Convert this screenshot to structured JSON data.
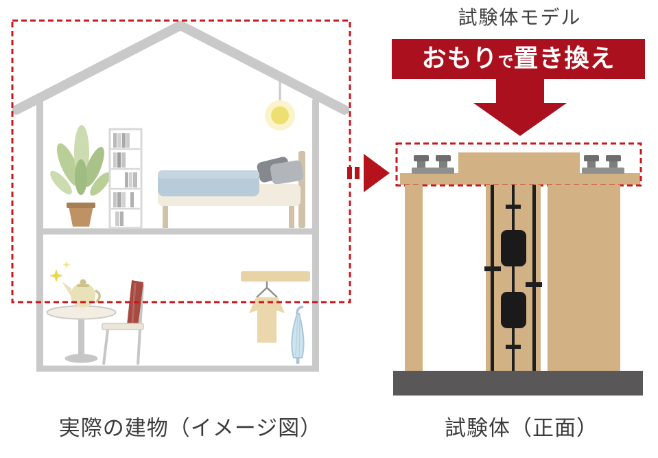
{
  "right_panel": {
    "title": "試験体モデル",
    "banner": {
      "big_start": "おもり",
      "small_mid": "で",
      "big_end": "置き換え"
    }
  },
  "captions": {
    "left": "実際の建物（イメージ図）",
    "right": "試験体（正面）"
  },
  "colors": {
    "banner_red": "#AB101E",
    "arrow_red": "#B5121B",
    "dashed_red": "#C8161D",
    "wood_tan": "#D2B184",
    "base_dark_gray": "#595757",
    "house_frame_gray": "#C9C9C9",
    "weight_gray": "#8F8F8F",
    "damper_black": "#1A1A1A",
    "text_dark": "#3F3F3F"
  },
  "illustrations": {
    "left_scene": [
      "dashed-region-outline",
      "house-outline",
      "pendant-light-icon",
      "plant-icon",
      "bookshelf-icon",
      "bed-icon",
      "teapot-icon",
      "round-table-icon",
      "chair-icon",
      "coat-rack-icon",
      "umbrella-icon",
      "sparkle-icon"
    ],
    "middle": [
      "equals-arrow-icon"
    ],
    "right_scene": [
      "down-arrow-icon",
      "weights-dashed-outline",
      "weight-icon",
      "top-beam",
      "center-top-block",
      "left-column",
      "middle-damper-column",
      "damper-icon",
      "right-wall-panel",
      "base-slab"
    ]
  }
}
